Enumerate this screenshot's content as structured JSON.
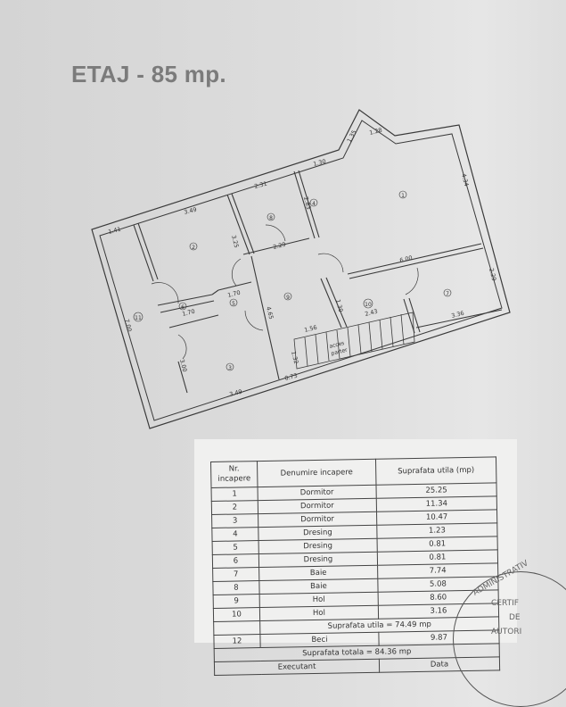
{
  "title": "ETAJ - 85 mp.",
  "plan": {
    "rooms": [
      "1",
      "2",
      "3",
      "4",
      "5",
      "6",
      "7",
      "8",
      "9",
      "10",
      "11"
    ],
    "dimensions": {
      "d_349_top": "3.49",
      "d_141": "1.41",
      "d_325": "3.25",
      "d_231": "2.31",
      "d_283": "2.83",
      "d_130_top": "1.30",
      "d_135": "1.35",
      "d_128": "1.28",
      "d_434": "4.34",
      "d_229": "2.29",
      "d_600": "6.00",
      "d_229_right": "2.29",
      "d_170_a": "1.70",
      "d_170_b": "1.70",
      "d_465": "4.65",
      "d_130_mid": "1.30",
      "d_243": "2.43",
      "d_336": "3.36",
      "d_156": "1.56",
      "d_700": "7.00",
      "d_300": "3.00",
      "d_132": "1.32",
      "d_073": "0.73",
      "d_349_bottom": "3.49"
    },
    "stairs_label": [
      "acces",
      "parter"
    ]
  },
  "table": {
    "headers": [
      "Nr. incapere",
      "Denumire incapere",
      "Suprafata utila (mp)"
    ],
    "rows": [
      [
        "1",
        "Dormitor",
        "25.25"
      ],
      [
        "2",
        "Dormitor",
        "11.34"
      ],
      [
        "3",
        "Dormitor",
        "10.47"
      ],
      [
        "4",
        "Dresing",
        "1.23"
      ],
      [
        "5",
        "Dresing",
        "0.81"
      ],
      [
        "6",
        "Dresing",
        "0.81"
      ],
      [
        "7",
        "Baie",
        "7.74"
      ],
      [
        "8",
        "Baie",
        "5.08"
      ],
      [
        "9",
        "Hol",
        "8.60"
      ],
      [
        "10",
        "Hol",
        "3.16"
      ]
    ],
    "subtotal": "Suprafata utila = 74.49 mp",
    "extra_row": [
      "12",
      "Beci",
      "9.87"
    ],
    "total": "Suprafata totala = 84.36 mp",
    "footer": [
      "Executant",
      "Data"
    ]
  },
  "stamp": [
    "ADMINISTRATIV",
    "CERTIF",
    "DE",
    "AUTORI"
  ]
}
